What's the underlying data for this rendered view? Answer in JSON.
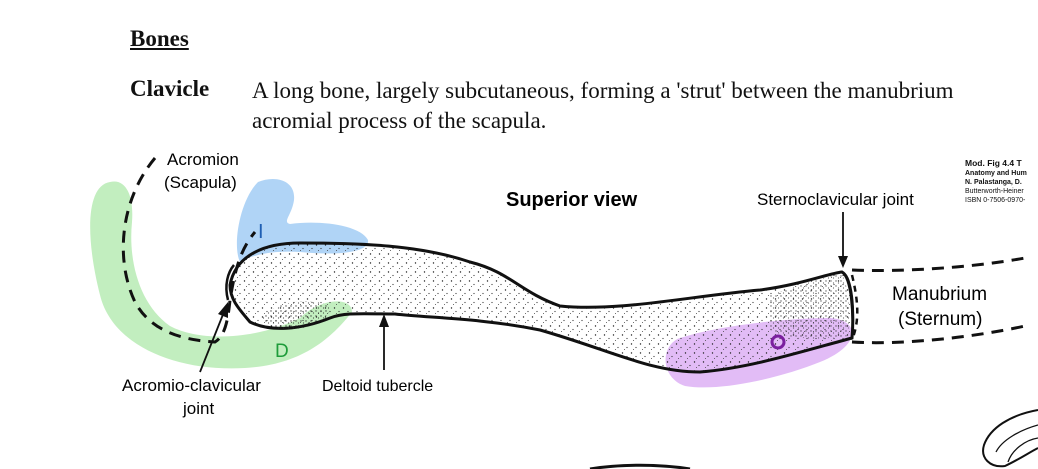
{
  "section": {
    "heading": "Bones"
  },
  "entry": {
    "term": "Clavicle",
    "definition_line1": "A long bone, largely subcutaneous, forming a 'strut' between the manubrium",
    "definition_line2": "acromial process of the scapula."
  },
  "figure": {
    "view_label": "Superior view",
    "labels": {
      "acromion": "Acromion",
      "scapula": "(Scapula)",
      "sternoclavicular": "Sternoclavicular joint",
      "manubrium": "Manubrium",
      "sternum": "(Sternum)",
      "acromioclavicular_line1": "Acromio-clavicular",
      "acromioclavicular_line2": "joint",
      "deltoid_tubercle": "Deltoid tubercle"
    },
    "annotations": {
      "blue_mark": "I",
      "green_mark": "D"
    },
    "highlight_colors": {
      "green": "#8fe08a",
      "blue": "#6fb0ee",
      "purple": "#cf8ff0",
      "handwriting_blue": "#1f5fb3",
      "handwriting_green": "#1e9c3a",
      "handwriting_purple": "#7a1f9e"
    },
    "citation": {
      "title": "Mod. Fig 4.4 T",
      "line1": "Anatomy and Hum",
      "line2": "N. Palastanga, D.",
      "line3": "Butterworth-Heiner",
      "line4": "ISBN 0-7506-0970-"
    }
  }
}
